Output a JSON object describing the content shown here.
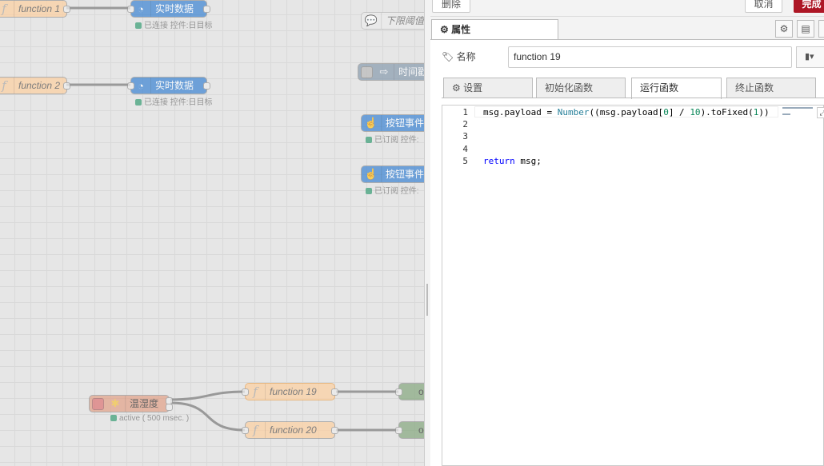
{
  "workspace": {
    "nodes": [
      {
        "id": "function-1",
        "label": "function 1"
      },
      {
        "id": "function-2",
        "label": "function 2"
      },
      {
        "id": "realtime-1",
        "label": "实时数据",
        "status": "已连接 控件:日目标"
      },
      {
        "id": "realtime-2",
        "label": "实时数据",
        "status": "已连接 控件:日目标"
      },
      {
        "id": "comment",
        "label": "下限阈值"
      },
      {
        "id": "timer",
        "label": "时间戳"
      },
      {
        "id": "button-1",
        "label": "按钮事件",
        "status": "已订阅 控件:"
      },
      {
        "id": "button-2",
        "label": "按钮事件",
        "status": "已订阅 控件:"
      },
      {
        "id": "humidity",
        "label": "温湿度",
        "status": "active ( 500 msec. )"
      },
      {
        "id": "function-19",
        "label": "function 19"
      },
      {
        "id": "function-20",
        "label": "function 20"
      },
      {
        "id": "out-1",
        "label": "o"
      },
      {
        "id": "out-2",
        "label": "o"
      }
    ]
  },
  "tray": {
    "delete_label": "删除",
    "cancel_label": "取消",
    "done_label": "完成",
    "properties_tab": "属性",
    "name_label": "名称",
    "name_value": "function 19",
    "tabs": [
      "设置",
      "初始化函数",
      "运行函数",
      "终止函数"
    ],
    "active_tab": "运行函数",
    "code_lines": [
      {
        "n": "1",
        "text": "msg.payload = Number((msg.payload[0] / 10).toFixed(1))"
      },
      {
        "n": "2",
        "text": ""
      },
      {
        "n": "3",
        "text": ""
      },
      {
        "n": "4",
        "text": ""
      },
      {
        "n": "5",
        "text": "return msg;"
      }
    ]
  },
  "colors": {
    "function": "#fdd0a2",
    "dashboard": "#3f86d3",
    "done": "#ad1625",
    "output": "#87a980",
    "sensor": "#e2a38a"
  }
}
